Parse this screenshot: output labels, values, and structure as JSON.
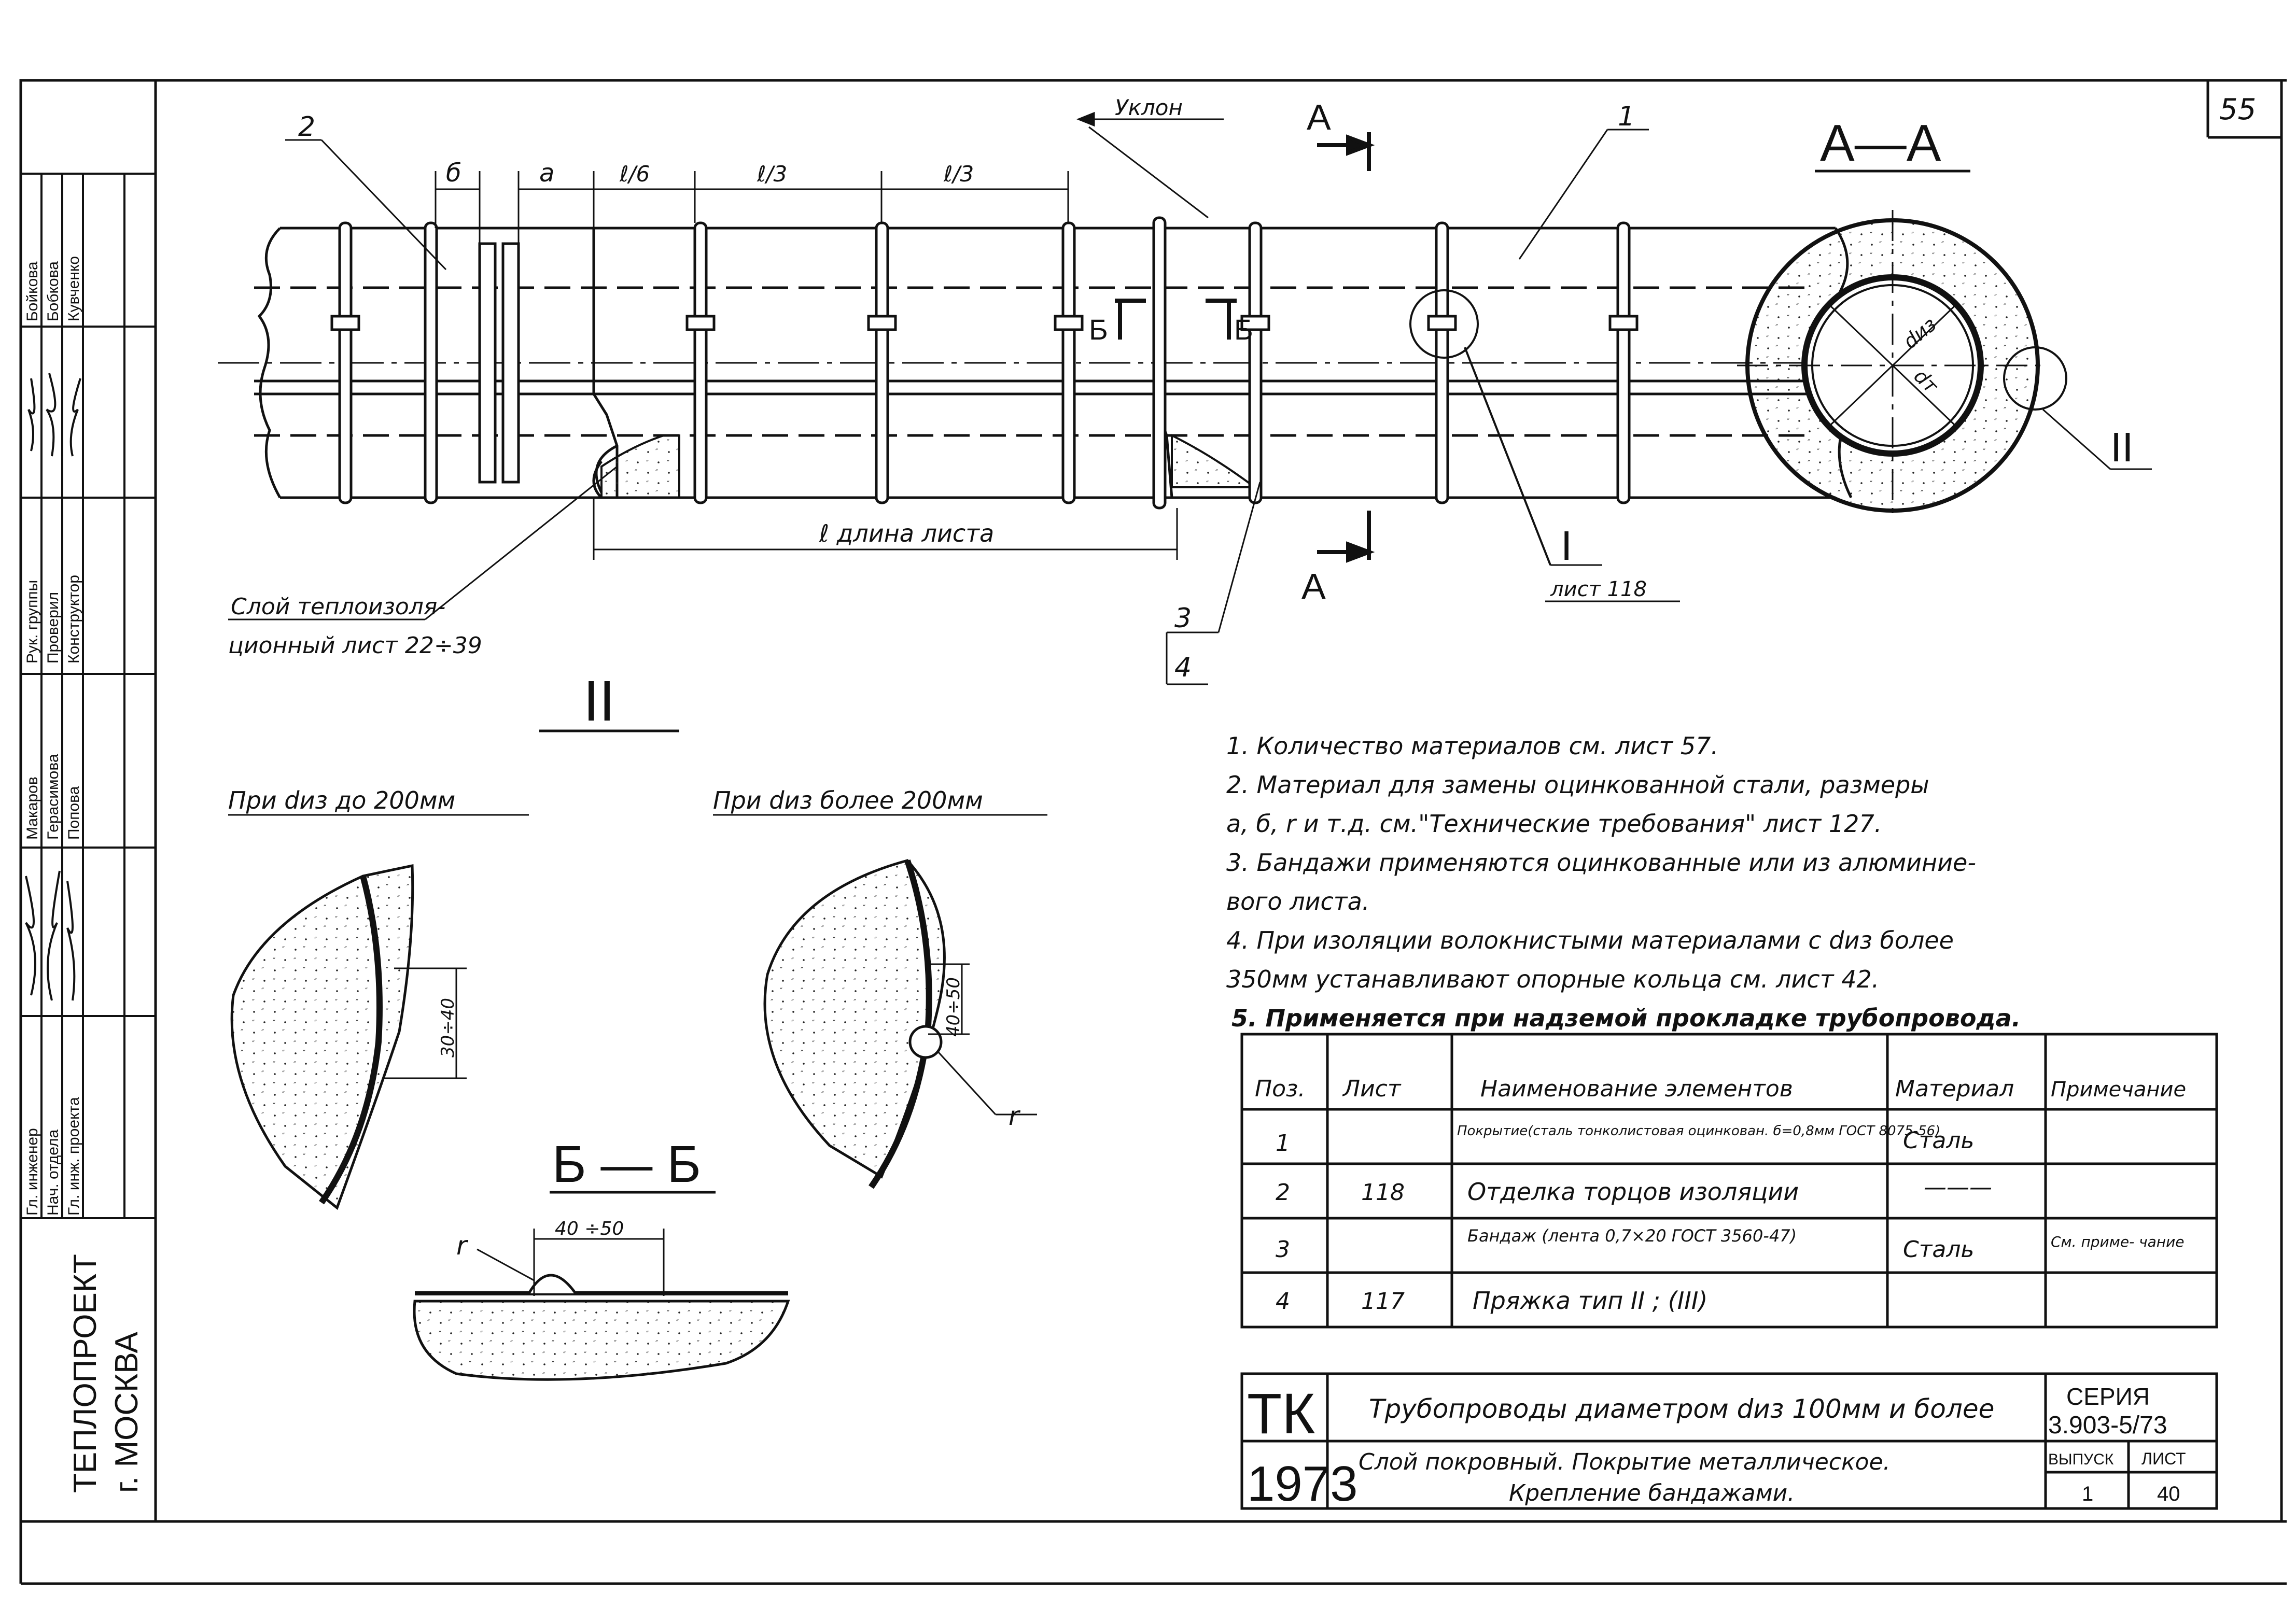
{
  "sheet_number": "55",
  "labels": {
    "slope": "Уклон",
    "section_letter": "А",
    "section_aa": "А—А",
    "section_bb": "Б — Б",
    "b_mark": "Б",
    "dim_b": "б",
    "dim_a": "а",
    "dim_l6": "ℓ/6",
    "dim_l3a": "ℓ/3",
    "dim_l3b": "ℓ/3",
    "sheet_length": "ℓ длина листа",
    "insulation_layer_1": "Слой теплоизоля-",
    "insulation_layer_2": "ционный лист 22÷39",
    "pos1": "1",
    "pos2": "2",
    "pos3": "3",
    "pos4": "4",
    "node_I": "I",
    "node_II": "II",
    "sheet_118": "лист 118",
    "d_iz": "dиз",
    "d_t": "dт",
    "detail_II_title": "II",
    "detail_small": "При dиз до 200мм",
    "detail_large": "При dиз более 200мм",
    "dim_30_40": "30÷40",
    "dim_40_50": "40÷50",
    "dim_40_50b": "40 ÷50",
    "r_mark": "r"
  },
  "notes": [
    "1.  Количество материалов  см. лист 57.",
    "2.  Материал для замены оцинкованной стали, размеры",
    "     а, б, r и т.д. см.\"Технические требования\" лист 127.",
    "3.  Бандажи применяются  оцинкованные или из алюминие-",
    "     вого листа.",
    "4.   При изоляции волокнистыми материалами с dиз более",
    "     350мм устанавливают опорные кольца см. лист 42.",
    "5. Применяется при надземой прокладке трубопровода."
  ],
  "table": {
    "headers": [
      "Поз.",
      "Лист",
      "Наименование элементов",
      "Материал",
      "Примечание"
    ],
    "rows": [
      [
        "1",
        "",
        "Покрытие(сталь тонколистовая оцинкован. б=0,8мм ГОСТ 8075-56)",
        "Сталь",
        ""
      ],
      [
        "2",
        "118",
        "Отделка торцов изоляции",
        "———",
        ""
      ],
      [
        "3",
        "",
        "Бандаж (лента 0,7×20 ГОСТ 3560-47)",
        "Сталь",
        "См. приме- чание"
      ],
      [
        "4",
        "117",
        "Пряжка тип II ; (III)",
        "",
        ""
      ]
    ]
  },
  "title_block": {
    "code": "ТК",
    "year": "1973",
    "title": "Трубопроводы диаметром dиз 100мм и более",
    "subtitle_1": "Слой покровный. Покрытие металлическое.",
    "subtitle_2": "Крепление бандажами.",
    "series_label": "СЕРИЯ",
    "series_value": "3.903-5/73",
    "issue_label": "ВЫПУСК",
    "issue_value": "1",
    "sheet_label": "ЛИСТ",
    "sheet_value": "40"
  },
  "side_stamp": {
    "org_1": "ТЕПЛОПРОЕКТ",
    "org_2": "г. МОСКВА",
    "roles": [
      "Гл. инженер",
      "Нач. отдела",
      "Гл. инж. проекта",
      "Рук. группы",
      "Проверил",
      "Конструктор"
    ],
    "names_top": [
      "Бойкова",
      "Бобкова",
      "Кувченко"
    ],
    "names_mid": [
      "Макаров",
      "Герасимова",
      "Попова"
    ]
  }
}
